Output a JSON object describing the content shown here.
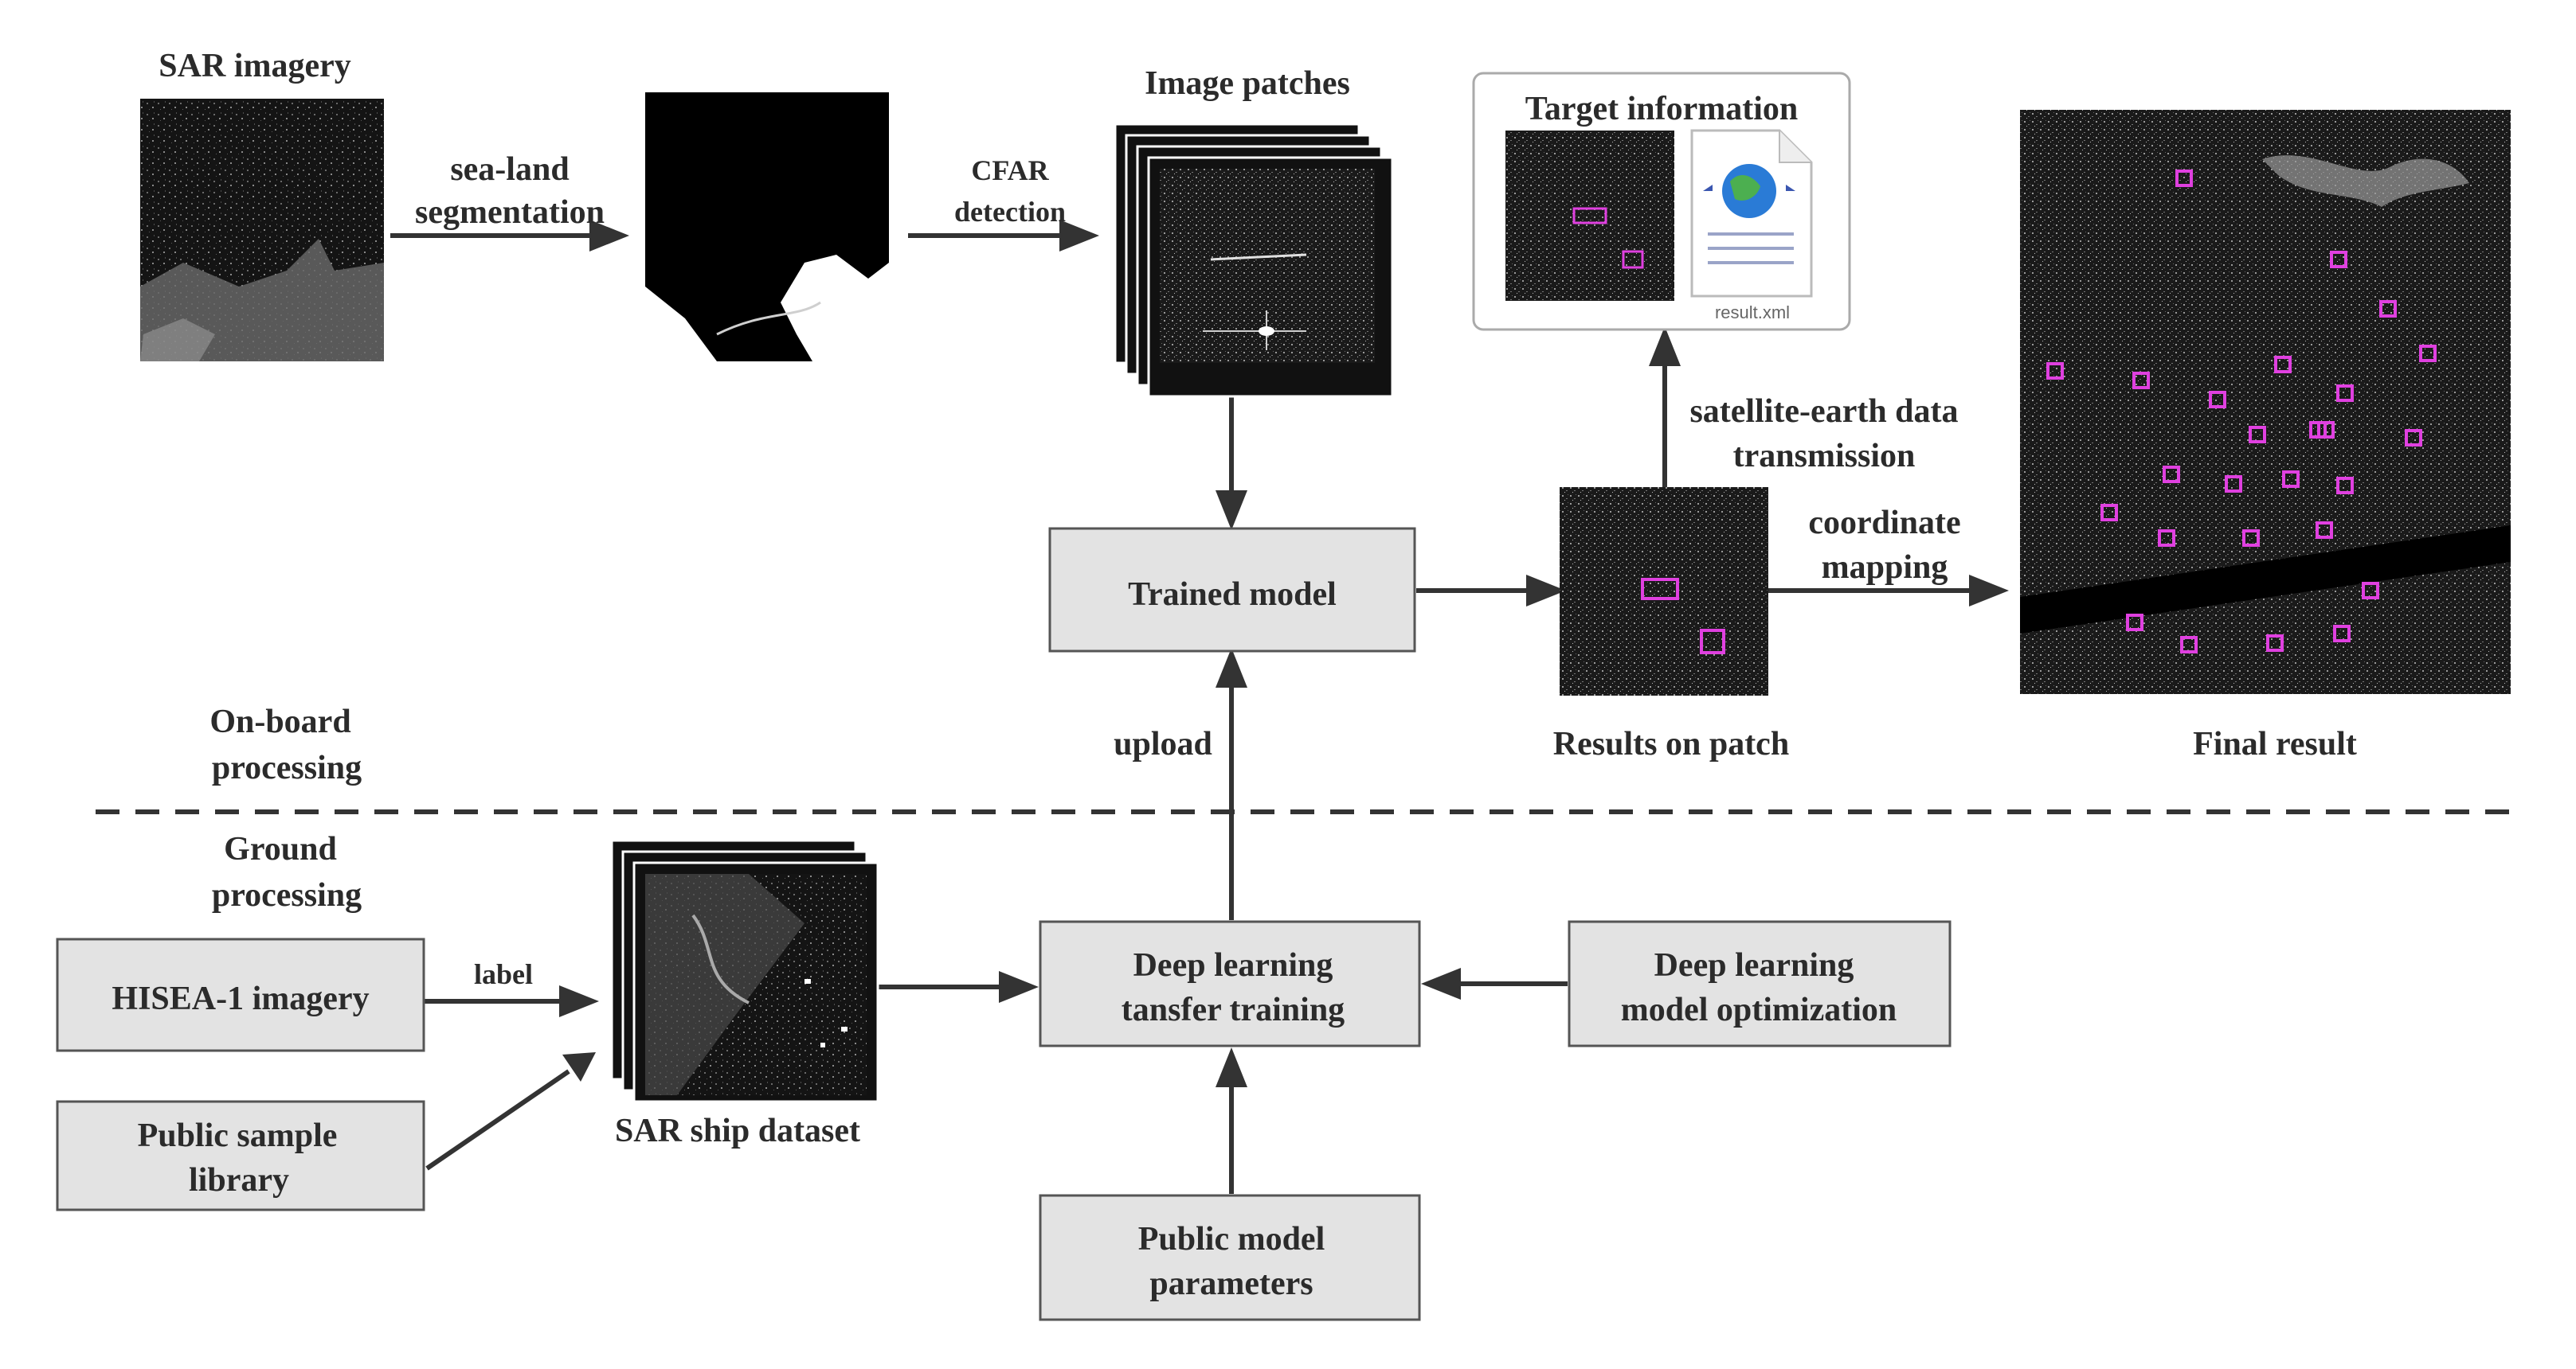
{
  "sections": {
    "onboard": [
      "On-board",
      "processing"
    ],
    "ground": [
      "Ground",
      "processing"
    ]
  },
  "captions": {
    "sar_imagery": "SAR imagery",
    "image_patches": "Image patches",
    "target_information": "Target information",
    "results_on_patch": "Results on patch",
    "final_result": "Final result",
    "sar_ship_dataset": "SAR ship dataset",
    "xml_file": "result.xml"
  },
  "edge_labels": {
    "sea_land": [
      "sea-land",
      "segmentation"
    ],
    "cfar": [
      "CFAR",
      "detection"
    ],
    "transmission": [
      "satellite-earth data",
      "transmission"
    ],
    "coordinate": [
      "coordinate",
      "mapping"
    ],
    "upload": "upload",
    "label": "label"
  },
  "boxes": {
    "trained_model": [
      "Trained model"
    ],
    "hisea": [
      "HISEA-1 imagery"
    ],
    "public_sample": [
      "Public sample",
      "library"
    ],
    "transfer_training": [
      "Deep learning",
      "tansfer training"
    ],
    "optimization": [
      "Deep learning",
      "model optimization"
    ],
    "public_params": [
      "Public model",
      "parameters"
    ]
  },
  "colors": {
    "box_fill": "#e3e3e3",
    "box_stroke": "#555555",
    "arrow": "#333333",
    "detection_box": "#e040e0"
  }
}
